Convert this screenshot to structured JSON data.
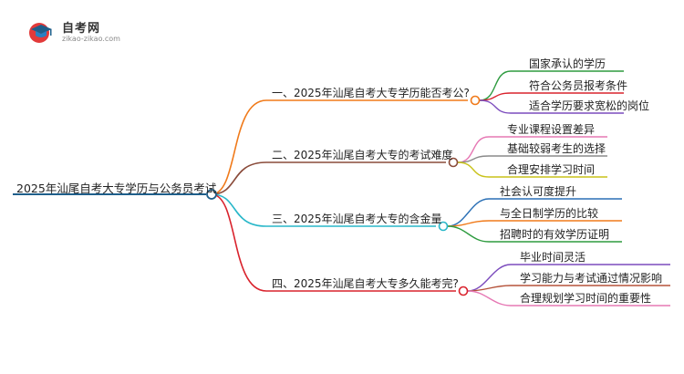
{
  "brand": {
    "name": "自考网",
    "url": "zikao-zikao.com",
    "icon": "graduation-cap-logo-icon"
  },
  "mindmap": {
    "root": "2025年汕尾自考大专学历与公务员考试",
    "root_color": "#1f5f8b",
    "branches": [
      {
        "label": "一、2025年汕尾自考大专学历能否考公?",
        "color": "#f07a1a",
        "children": [
          {
            "label": "国家承认的学历",
            "color": "#2e9b3f"
          },
          {
            "label": "符合公务员报考条件",
            "color": "#d9232d"
          },
          {
            "label": "适合学历要求宽松的岗位",
            "color": "#7b4bbd"
          }
        ]
      },
      {
        "label": "二、2025年汕尾自考大专的考试难度",
        "color": "#8a4b3a",
        "children": [
          {
            "label": "专业课程设置差异",
            "color": "#e678b4"
          },
          {
            "label": "基础较弱考生的选择",
            "color": "#8a8a8a"
          },
          {
            "label": "合理安排学习时间",
            "color": "#c9c21a"
          }
        ]
      },
      {
        "label": "三、2025年汕尾自考大专的含金量",
        "color": "#28b7c9",
        "children": [
          {
            "label": "社会认可度提升",
            "color": "#2a6fb5"
          },
          {
            "label": "与全日制学历的比较",
            "color": "#f07a1a"
          },
          {
            "label": "招聘时的有效学历证明",
            "color": "#2e9b3f"
          }
        ]
      },
      {
        "label": "四、2025年汕尾自考大专多久能考完?",
        "color": "#d9232d",
        "children": [
          {
            "label": "毕业时间灵活",
            "color": "#7b4bbd"
          },
          {
            "label": "学习能力与考试通过情况影响",
            "color": "#b5523a"
          },
          {
            "label": "合理规划学习时间的重要性",
            "color": "#e678b4"
          }
        ]
      }
    ]
  }
}
